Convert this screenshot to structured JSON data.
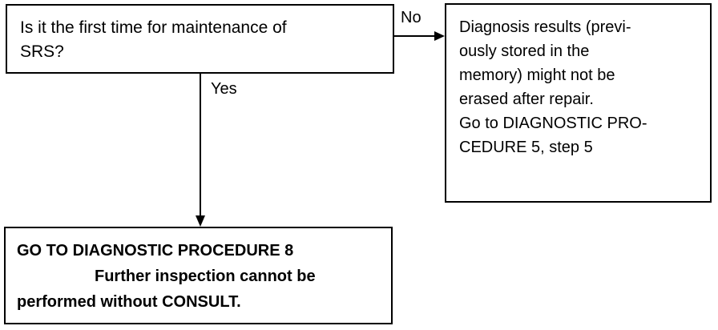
{
  "flowchart": {
    "question": {
      "lines": [
        "Is it the first time for maintenance of",
        "SRS?"
      ]
    },
    "branch_no": {
      "label": "No",
      "lines": [
        "Diagnosis results (previ-",
        "ously stored in the",
        "memory) might not be",
        "erased after repair.",
        "Go to DIAGNOSTIC PRO-",
        "CEDURE 5, step 5"
      ]
    },
    "branch_yes": {
      "label": "Yes",
      "lines": [
        "GO TO DIAGNOSTIC PROCEDURE 8",
        "Further inspection cannot be",
        "performed without CONSULT."
      ]
    }
  }
}
